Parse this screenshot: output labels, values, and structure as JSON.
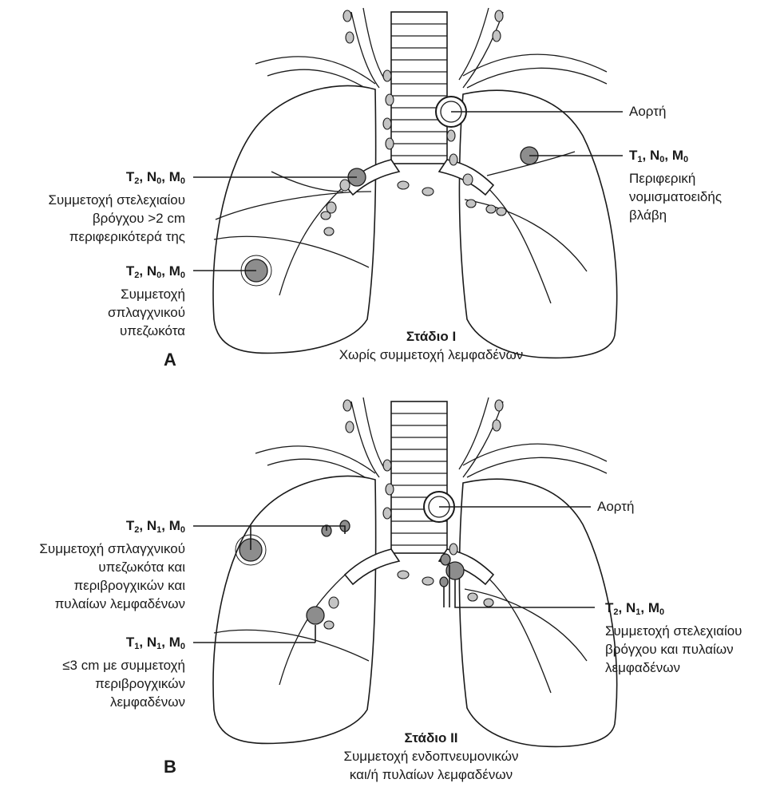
{
  "panel_a": {
    "letter": "A",
    "stage_title": "Στάδιο I",
    "stage_subtitle": "Χωρίς συμμετοχή λεμφαδένων",
    "aorta_label": "Αορτή",
    "right_label": {
      "code": {
        "t": "1",
        "n": "0",
        "m": "0"
      },
      "lines": [
        "Περιφερική",
        "νομισματοειδής",
        "βλάβη"
      ]
    },
    "left_labels": [
      {
        "code": {
          "t": "2",
          "n": "0",
          "m": "0"
        },
        "lines": [
          "Συμμετοχή στελεχιαίου",
          "βρόγχου >2 cm",
          "περιφερικότερά της"
        ]
      },
      {
        "code": {
          "t": "2",
          "n": "0",
          "m": "0"
        },
        "lines": [
          "Συμμετοχή",
          "σπλαγχνικού",
          "υπεζωκότα"
        ]
      }
    ]
  },
  "panel_b": {
    "letter": "B",
    "stage_title": "Στάδιο II",
    "stage_subtitle": [
      "Συμμετοχή ενδοπνευμονικών",
      "και/ή πυλαίων λεμφαδένων"
    ],
    "aorta_label": "Αορτή",
    "right_label": {
      "code": {
        "t": "2",
        "n": "1",
        "m": "0"
      },
      "lines": [
        "Συμμετοχή στελεχιαίου",
        "βρόγχου και πυλαίων",
        "λεμφαδένων"
      ]
    },
    "left_labels": [
      {
        "code": {
          "t": "2",
          "n": "1",
          "m": "0"
        },
        "lines": [
          "Συμμετοχή σπλαγχνικού",
          "υπεζωκότα και",
          "περιβρογχικών και",
          "πυλαίων λεμφαδένων"
        ]
      },
      {
        "code": {
          "t": "1",
          "n": "1",
          "m": "0"
        },
        "lines": [
          "≤3 cm με συμμετοχή",
          "περιβρογχικών",
          "λεμφαδένων"
        ]
      }
    ]
  },
  "colors": {
    "tumor": "#8d8d8d",
    "node": "#c4c4c4",
    "line": "#1a1a1a"
  }
}
